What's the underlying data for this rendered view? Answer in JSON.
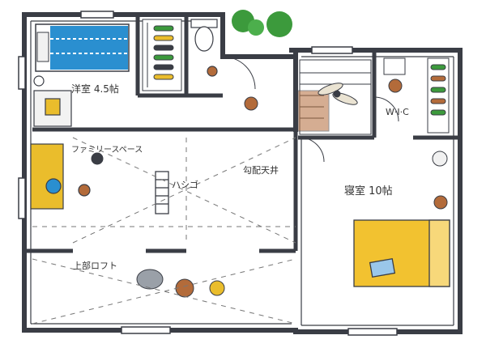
{
  "rooms": {
    "western_room": "洋室 4.5帖",
    "family_space": "ファミリースペース",
    "ladder": "ハシゴ",
    "sloped_ceiling": "勾配天井",
    "bedroom": "寝室 10帖",
    "wic": "W·I·C",
    "upper_loft": "上部ロフト"
  },
  "colors": {
    "wall": "#3a3d45",
    "bed_blue": "#2a8fd0",
    "bed_yellow": "#f2c230",
    "desk_yellow": "#eabd2c",
    "plant_green": "#3c9a3c",
    "wood_brown": "#b36b3a",
    "floor_dash": "#777777"
  },
  "icons": [
    "bed-icon",
    "toilet-icon",
    "plant-icon",
    "ceiling-fan-icon",
    "laptop-icon",
    "person-icon",
    "chair-icon",
    "clothes-rack-icon"
  ]
}
